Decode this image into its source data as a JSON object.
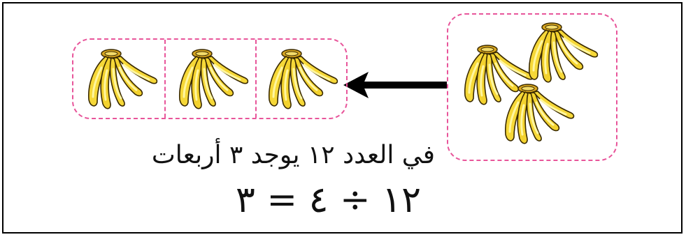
{
  "sentence": "في العدد ١٢ يوجد ٣ أربعات",
  "equation": "١٢ ÷ ٤ = ٣",
  "colors": {
    "dashed_border": "#e8559a",
    "banana_fill": "#f6d838",
    "banana_highlight": "#fff6a0",
    "banana_stem": "#c89a1c",
    "outline": "#3a2a00",
    "arrow": "#000000"
  },
  "groups": {
    "row_group_count": 3,
    "source_bunch_count": 3
  }
}
